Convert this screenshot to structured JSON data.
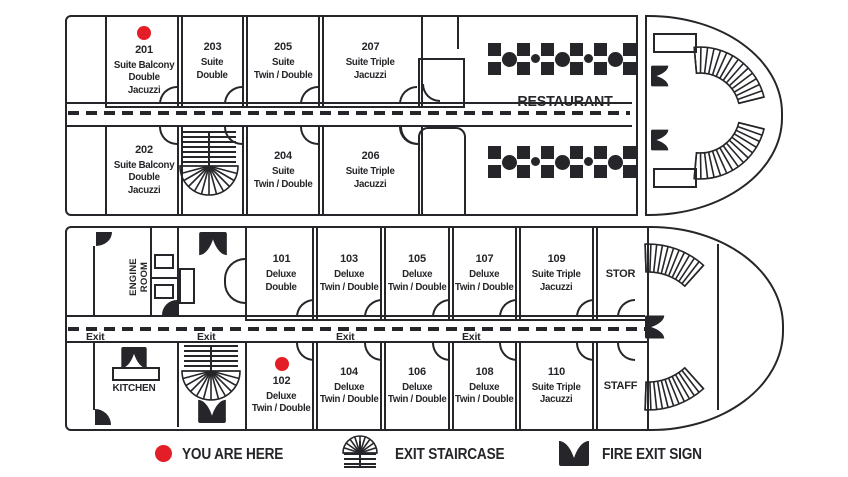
{
  "colors": {
    "accent_red": "#e41e26",
    "ink": "#26262a",
    "background": "#ffffff"
  },
  "upper_deck": {
    "restaurant_label": "RESTAURANT",
    "rooms": {
      "r201": {
        "number": "201",
        "name": "Suite Balcony\nDouble\nJacuzzi"
      },
      "r202": {
        "number": "202",
        "name": "Suite Balcony\nDouble\nJacuzzi"
      },
      "r203": {
        "number": "203",
        "name": "Suite\nDouble"
      },
      "r204": {
        "number": "204",
        "name": "Suite\nTwin / Double"
      },
      "r205": {
        "number": "205",
        "name": "Suite\nTwin / Double"
      },
      "r206": {
        "number": "206",
        "name": "Suite Triple\nJacuzzi"
      },
      "r207": {
        "number": "207",
        "name": "Suite Triple\nJacuzzi"
      }
    }
  },
  "lower_deck": {
    "engine_room_label": "ENGINE ROOM",
    "kitchen_label": "KITCHEN",
    "stor_label": "STOR",
    "staff_label": "STAFF",
    "exit_label": "Exit",
    "rooms": {
      "r101": {
        "number": "101",
        "name": "Deluxe\nDouble"
      },
      "r102": {
        "number": "102",
        "name": "Deluxe\nTwin / Double"
      },
      "r103": {
        "number": "103",
        "name": "Deluxe\nTwin / Double"
      },
      "r104": {
        "number": "104",
        "name": "Deluxe\nTwin / Double"
      },
      "r105": {
        "number": "105",
        "name": "Deluxe\nTwin / Double"
      },
      "r106": {
        "number": "106",
        "name": "Deluxe\nTwin / Double"
      },
      "r107": {
        "number": "107",
        "name": "Deluxe\nTwin / Double"
      },
      "r108": {
        "number": "108",
        "name": "Deluxe\nTwin / Double"
      },
      "r109": {
        "number": "109",
        "name": "Suite Triple\nJacuzzi"
      },
      "r110": {
        "number": "110",
        "name": "Suite Triple\nJacuzzi"
      }
    }
  },
  "legend": {
    "you_are_here": "YOU ARE HERE",
    "exit_staircase": "EXIT STAIRCASE",
    "fire_exit_sign": "FIRE EXIT SIGN",
    "icons": {
      "you_are_here_icon": "red-dot",
      "exit_staircase_icon": "staircase-fan",
      "fire_exit_icon": "fire-exit-m-shape"
    }
  }
}
